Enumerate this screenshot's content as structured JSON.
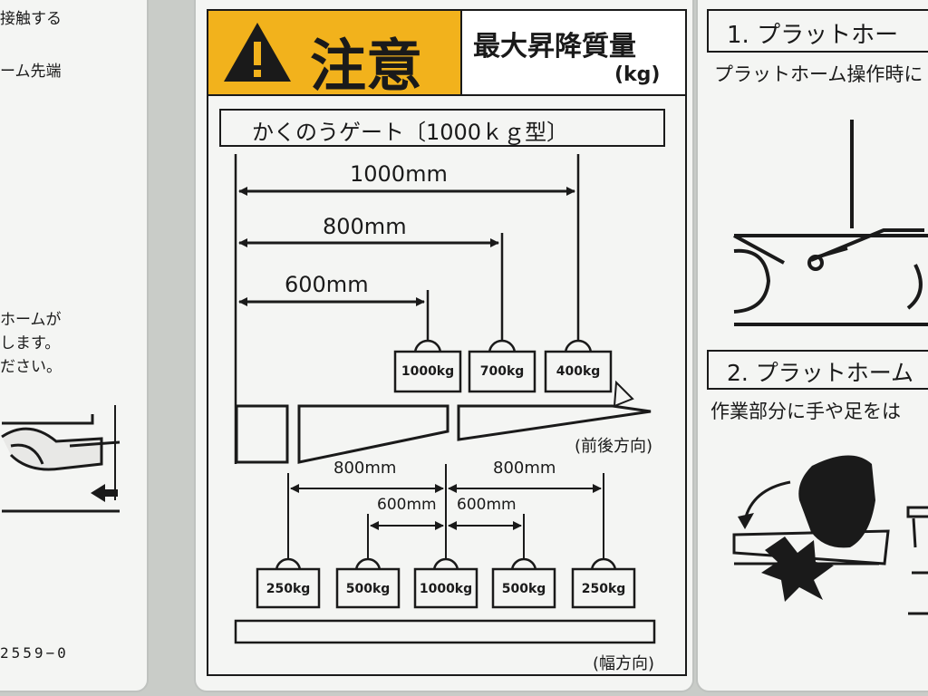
{
  "left_panel": {
    "line1": "接触する",
    "line2": "ーム先端",
    "line3": "ホームが",
    "line4": "します。",
    "line5": "ださい。",
    "part_number": "2559−0"
  },
  "warning": {
    "signal_word": "注意",
    "title": "最大昇降質量",
    "unit": "(kg)",
    "header_color": "#f2b21c"
  },
  "gate_model": "かくのうゲート〔1000ｋｇ型〕",
  "front_back": {
    "distances": [
      "1000mm",
      "800mm",
      "600mm"
    ],
    "loads": [
      "1000kg",
      "700kg",
      "400kg"
    ],
    "direction": "(前後方向)"
  },
  "width": {
    "outer_distances": [
      "800mm",
      "800mm"
    ],
    "inner_distances": [
      "600mm",
      "600mm"
    ],
    "loads": [
      "250kg",
      "500kg",
      "1000kg",
      "500kg",
      "250kg"
    ],
    "direction": "(幅方向)"
  },
  "right_panel": {
    "step1_title": "1. プラットホー",
    "step1_text": "プラットホーム操作時に",
    "step2_title": "2. プラットホーム",
    "step2_text": "作業部分に手や足をは"
  }
}
